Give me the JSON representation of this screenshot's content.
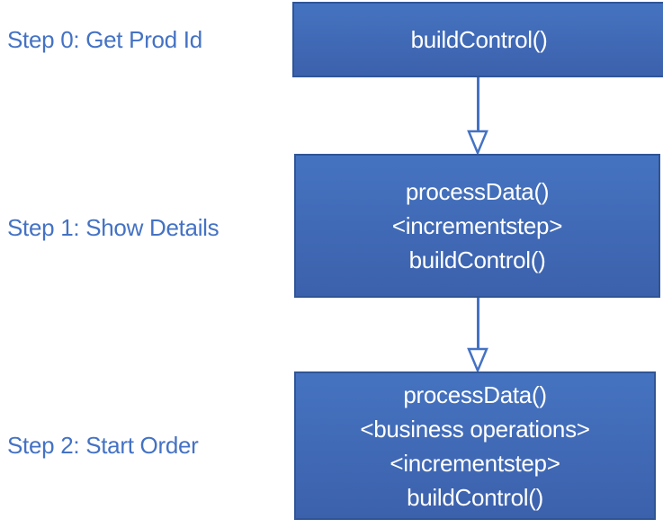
{
  "diagram": {
    "steps": [
      {
        "label": "Step 0: Get Prod Id",
        "box_lines": [
          "buildControl()"
        ]
      },
      {
        "label": "Step 1: Show Details",
        "box_lines": [
          "processData()",
          "<incrementstep>",
          "buildControl()"
        ]
      },
      {
        "label": "Step 2: Start Order",
        "box_lines": [
          "processData()",
          "<business operations>",
          "<incrementstep>",
          "buildControl()"
        ]
      }
    ],
    "colors": {
      "background": "#ffffff",
      "label_text": "#4472c4",
      "arrow": "#4472c4",
      "box_fill_top": "#4573c0",
      "box_fill_bottom": "#3c61ac",
      "box_border": "#2f5597",
      "box_text": "#ffffff"
    }
  }
}
